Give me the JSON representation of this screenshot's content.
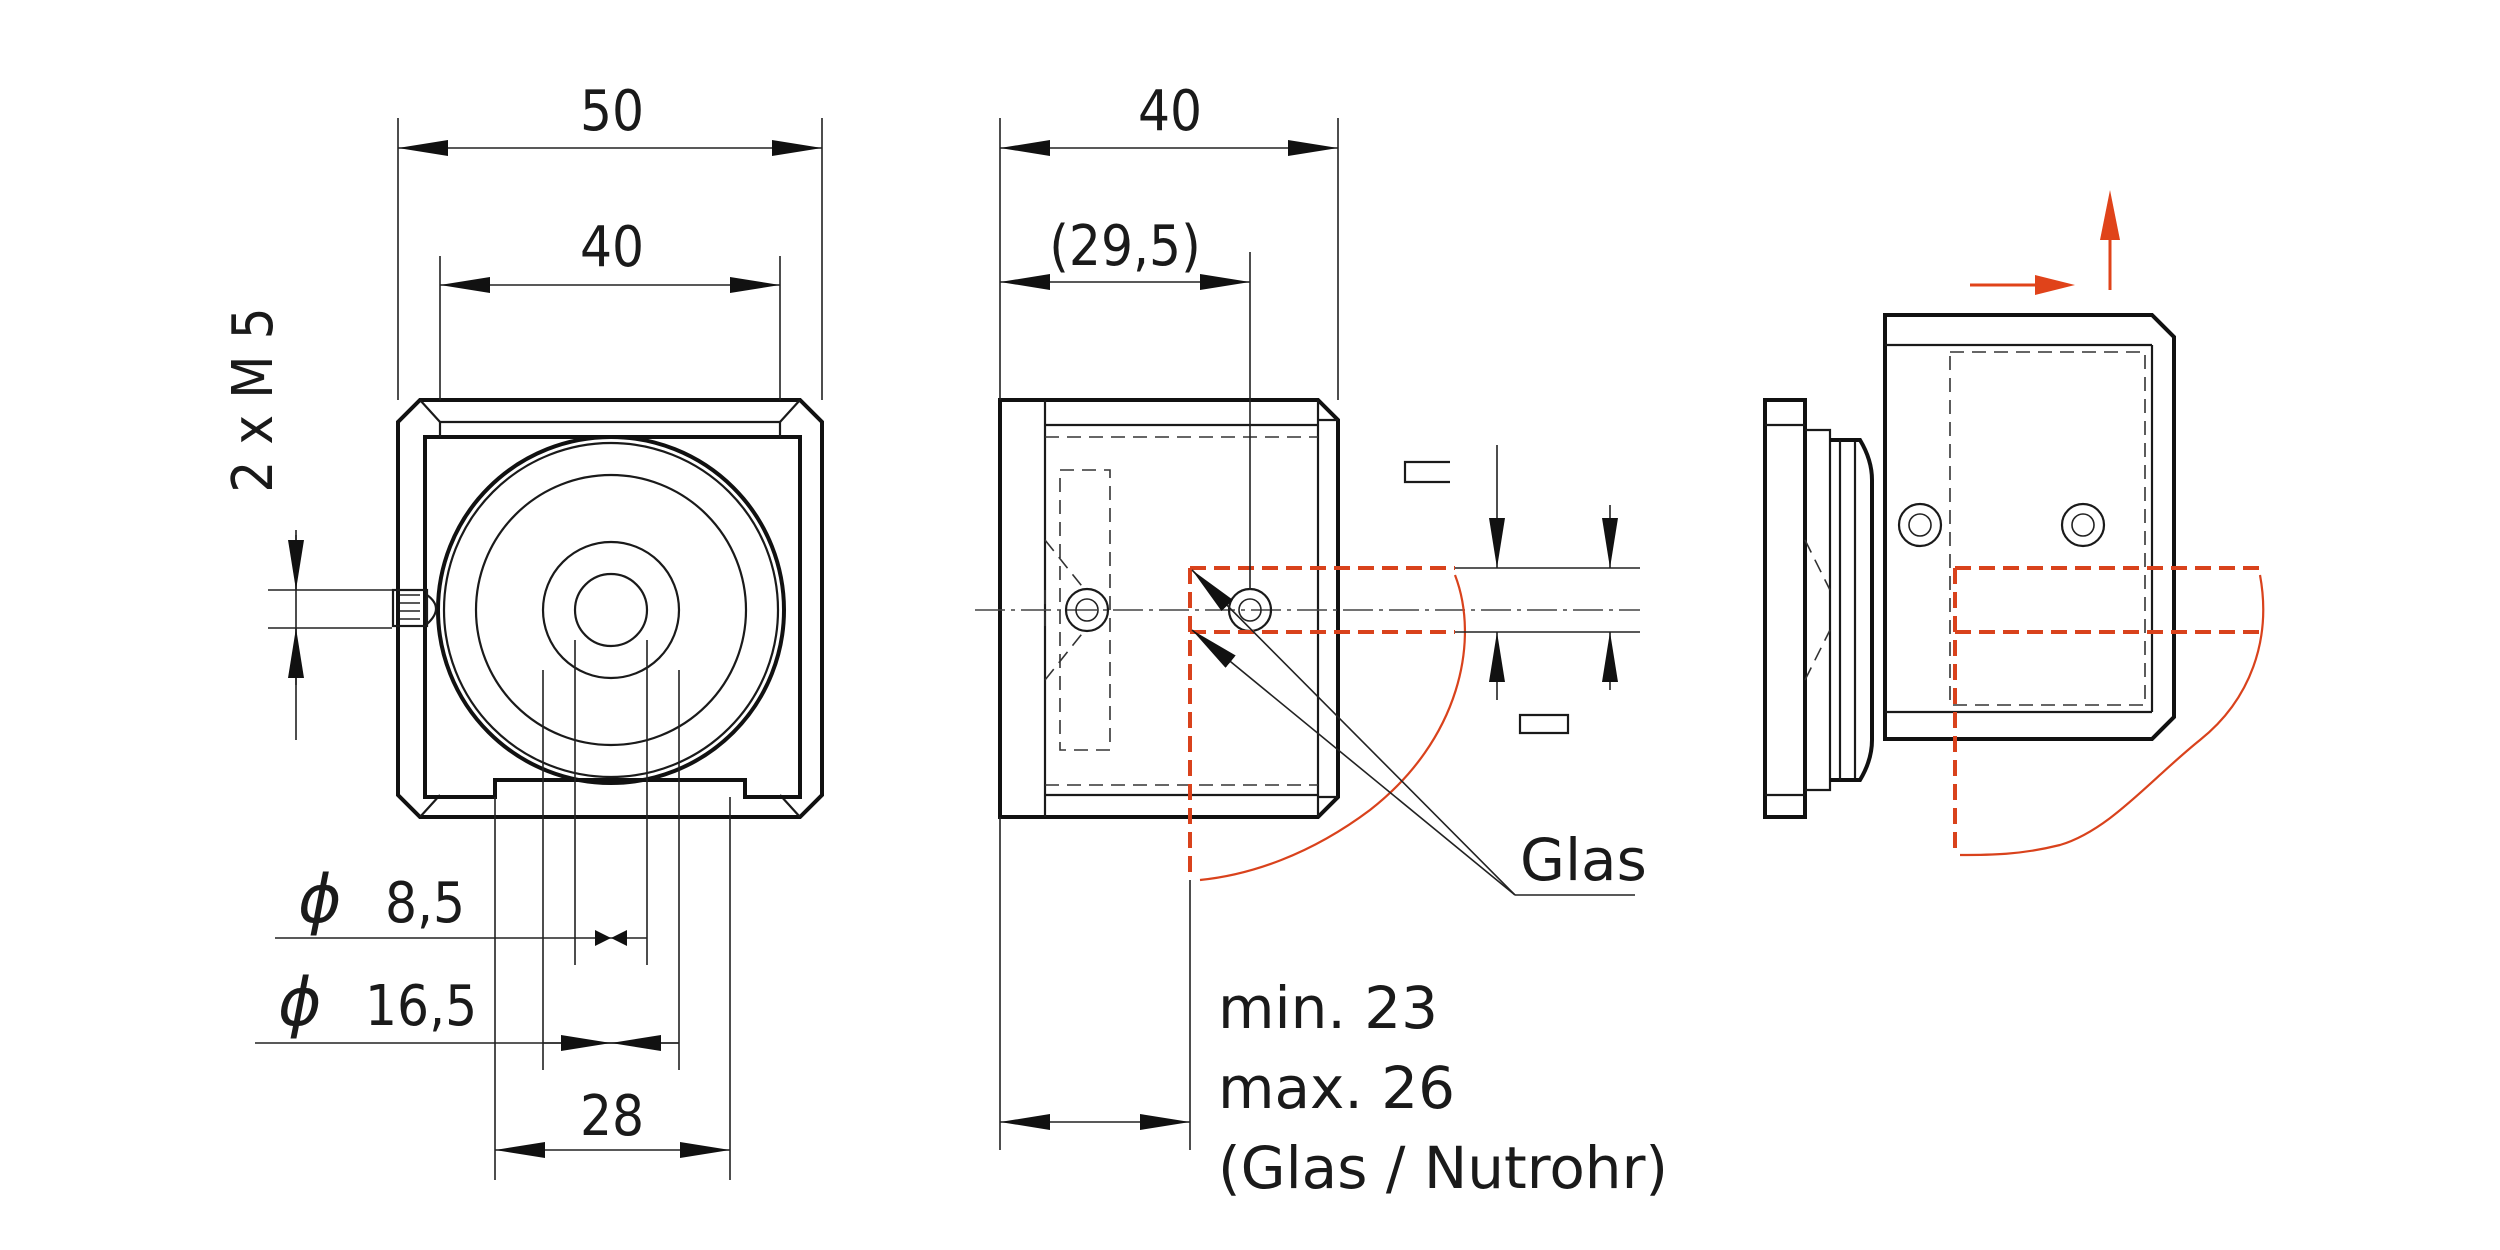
{
  "front_view": {
    "dim_width_outer": "50",
    "dim_width_inner": "40",
    "dim_thread": "2 x M 5",
    "dim_bore_symbol": "ϕ",
    "dim_bore_small": "8,5",
    "dim_bore_large": "16,5",
    "dim_slot": "28"
  },
  "side_view": {
    "dim_depth": "40",
    "dim_screw_pos": "(29,5)",
    "label_glass": "Glas",
    "gap_note": [
      "min.  23",
      "max. 26",
      "(Glas / Nutrohr)"
    ]
  },
  "colors": {
    "line": "#1a1a1a",
    "accent_red": "#d9421c"
  }
}
